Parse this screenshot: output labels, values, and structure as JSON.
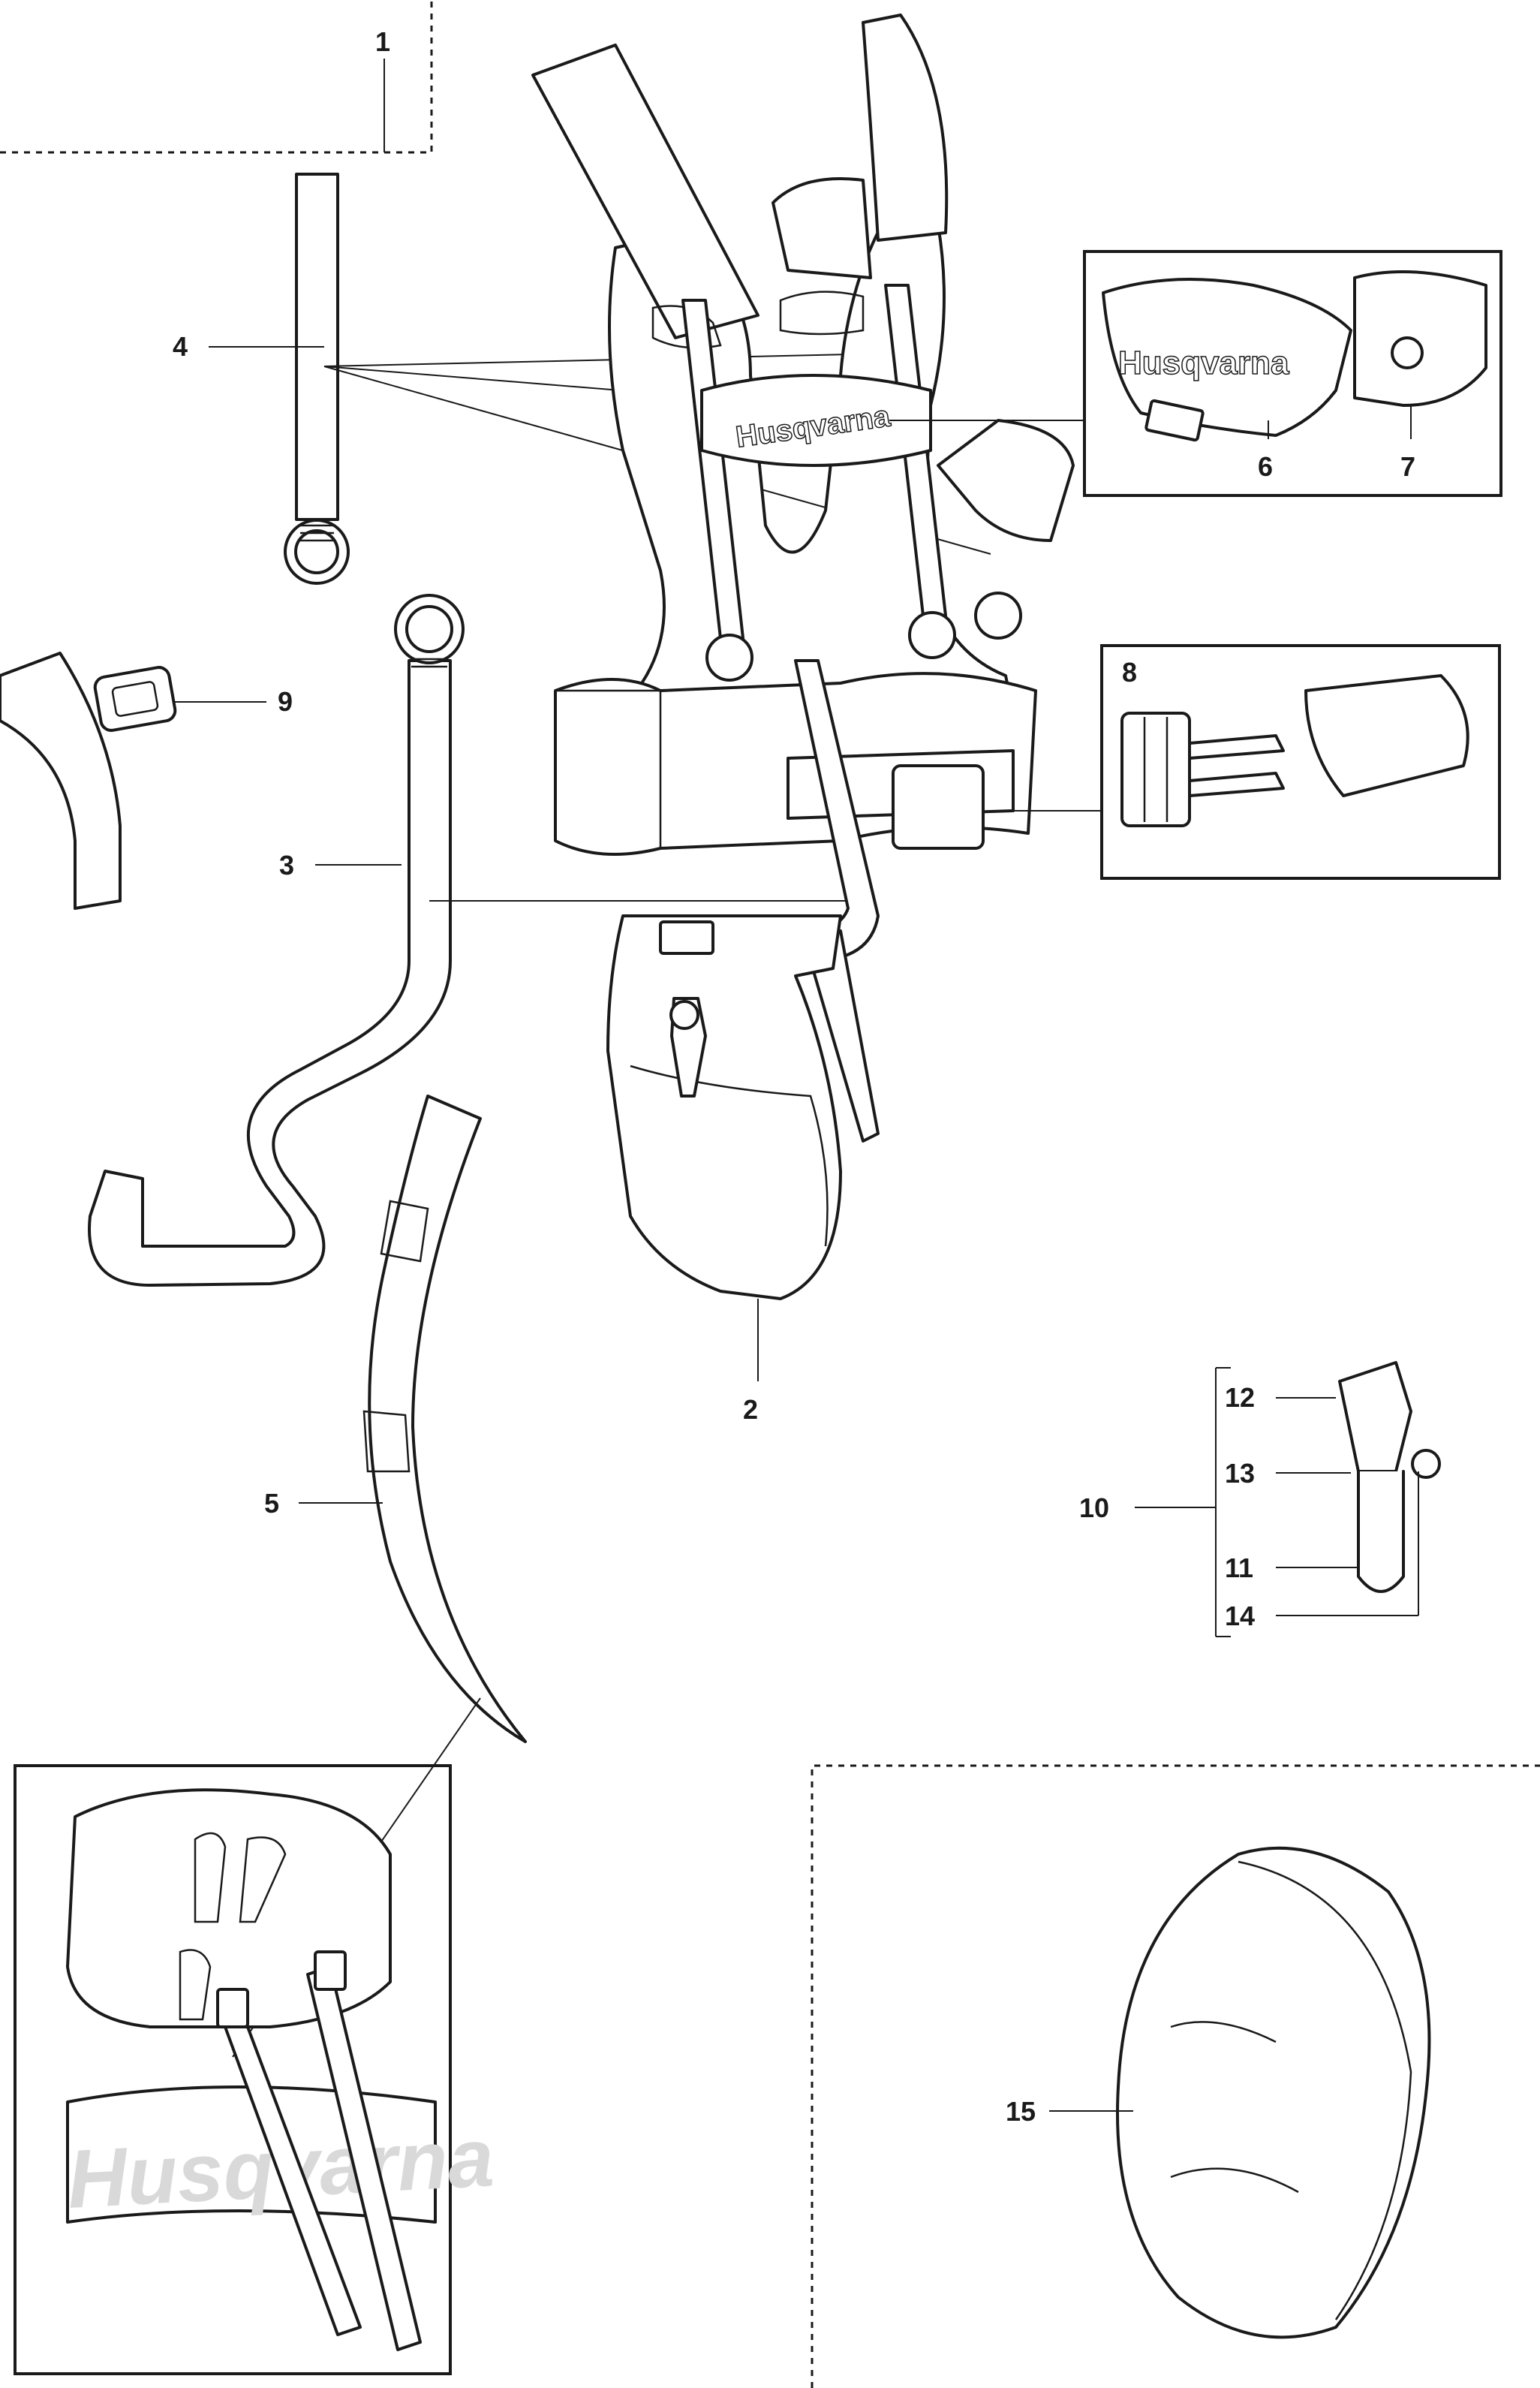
{
  "callouts": {
    "c1": "1",
    "c2": "2",
    "c3": "3",
    "c4": "4",
    "c5": "5",
    "c6": "6",
    "c7": "7",
    "c8": "8",
    "c9": "9",
    "c10": "10",
    "c11": "11",
    "c12": "12",
    "c13": "13",
    "c14": "14",
    "c15": "15"
  },
  "brand": {
    "logo_harness": "Husqvarna",
    "logo_pad": "Husqvarna",
    "logo_detail": "Husqvarna"
  }
}
